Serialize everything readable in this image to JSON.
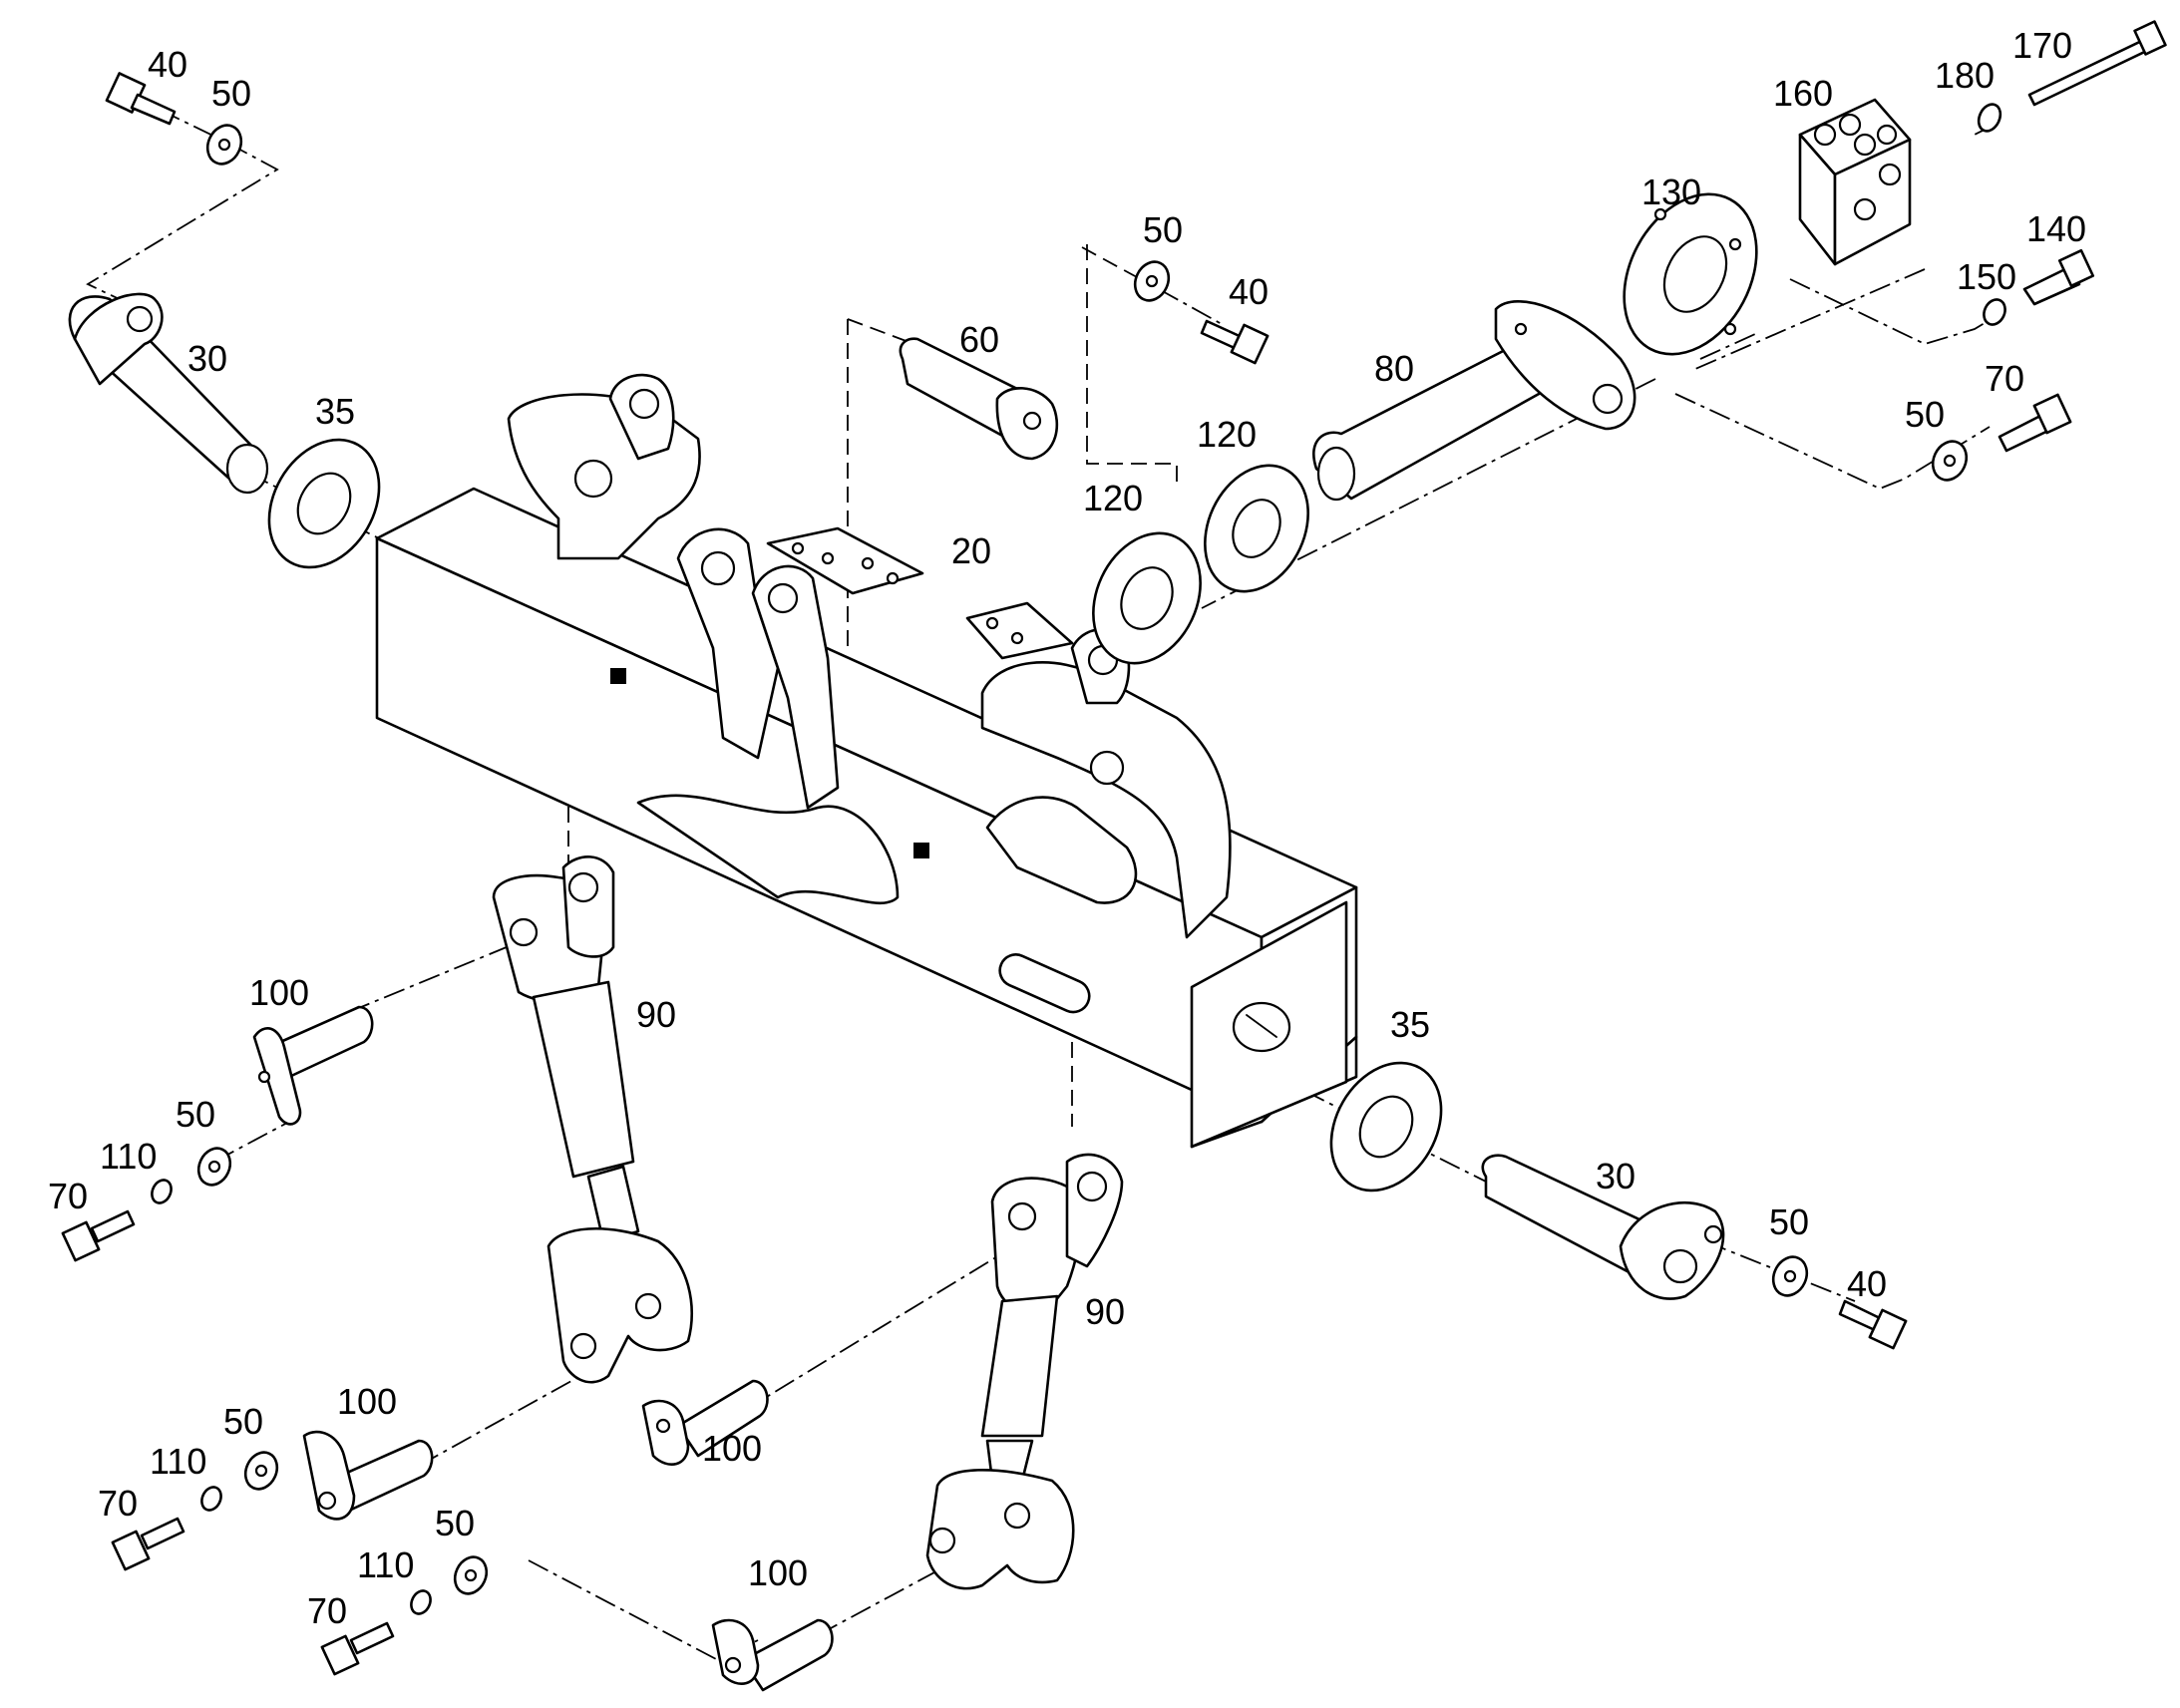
{
  "diagram": {
    "callouts": [
      {
        "id": "c40-top",
        "text": "40"
      },
      {
        "id": "c50-top",
        "text": "50"
      },
      {
        "id": "c30-left",
        "text": "30"
      },
      {
        "id": "c35-left",
        "text": "35"
      },
      {
        "id": "c60",
        "text": "60"
      },
      {
        "id": "c50-mid",
        "text": "50"
      },
      {
        "id": "c40-mid",
        "text": "40"
      },
      {
        "id": "c20",
        "text": "20"
      },
      {
        "id": "c80",
        "text": "80"
      },
      {
        "id": "c120-a",
        "text": "120"
      },
      {
        "id": "c120-b",
        "text": "120"
      },
      {
        "id": "c130",
        "text": "130"
      },
      {
        "id": "c160",
        "text": "160"
      },
      {
        "id": "c180",
        "text": "180"
      },
      {
        "id": "c170",
        "text": "170"
      },
      {
        "id": "c140",
        "text": "140"
      },
      {
        "id": "c150",
        "text": "150"
      },
      {
        "id": "c50-right",
        "text": "50"
      },
      {
        "id": "c70-right",
        "text": "70"
      },
      {
        "id": "c100-a",
        "text": "100"
      },
      {
        "id": "c90-a",
        "text": "90"
      },
      {
        "id": "c50-l1",
        "text": "50"
      },
      {
        "id": "c110-l1",
        "text": "110"
      },
      {
        "id": "c70-l1",
        "text": "70"
      },
      {
        "id": "c35-right",
        "text": "35"
      },
      {
        "id": "c30-right",
        "text": "30"
      },
      {
        "id": "c50-br",
        "text": "50"
      },
      {
        "id": "c40-br",
        "text": "40"
      },
      {
        "id": "c90-b",
        "text": "90"
      },
      {
        "id": "c100-b",
        "text": "100"
      },
      {
        "id": "c100-c",
        "text": "100"
      },
      {
        "id": "c50-l2",
        "text": "50"
      },
      {
        "id": "c110-l2",
        "text": "110"
      },
      {
        "id": "c70-l2",
        "text": "70"
      },
      {
        "id": "c50-l3",
        "text": "50"
      },
      {
        "id": "c110-l3",
        "text": "110"
      },
      {
        "id": "c70-l3",
        "text": "70"
      },
      {
        "id": "c100-d",
        "text": "100"
      }
    ]
  }
}
